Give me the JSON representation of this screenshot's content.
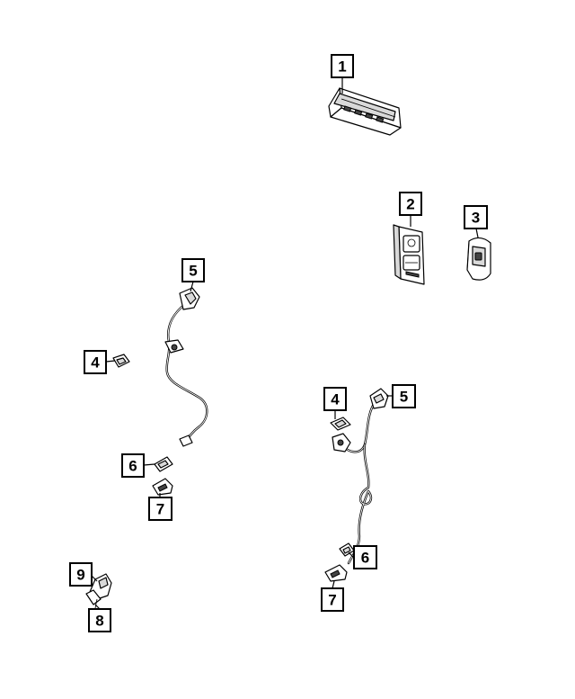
{
  "callouts": [
    {
      "id": "c1",
      "label": "1"
    },
    {
      "id": "c2",
      "label": "2"
    },
    {
      "id": "c3",
      "label": "3"
    },
    {
      "id": "c5a",
      "label": "5"
    },
    {
      "id": "c4a",
      "label": "4"
    },
    {
      "id": "c6a",
      "label": "6"
    },
    {
      "id": "c7a",
      "label": "7"
    },
    {
      "id": "c9",
      "label": "9"
    },
    {
      "id": "c8",
      "label": "8"
    },
    {
      "id": "c4b",
      "label": "4"
    },
    {
      "id": "c5b",
      "label": "5"
    },
    {
      "id": "c6b",
      "label": "6"
    },
    {
      "id": "c7b",
      "label": "7"
    }
  ],
  "colors": {
    "line": "#000000",
    "fill": "#ffffff",
    "shade": "#d9d9d9"
  }
}
